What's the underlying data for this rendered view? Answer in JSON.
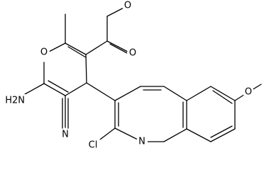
{
  "structure": {
    "atoms": {
      "ring_oxygen": "O",
      "amine": "H2N",
      "ester_oxygen_double": "O",
      "ester_oxygen_single": "O",
      "nitrile_nitrogen": "N",
      "chlorine": "Cl",
      "quinoline_nitrogen": "N",
      "methoxy_oxygen": "O"
    }
  }
}
